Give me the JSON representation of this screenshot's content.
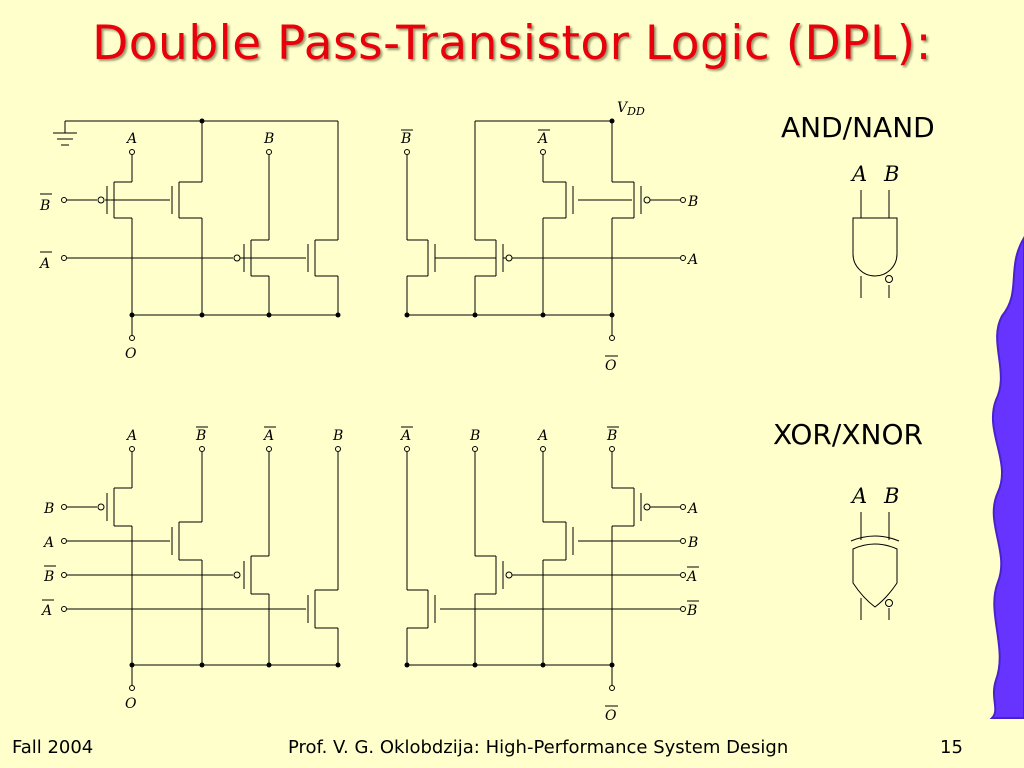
{
  "slide": {
    "title": "Double Pass-Transistor Logic (DPL):",
    "footer_left": "Fall 2004",
    "footer_center": "Prof. V. G. Oklobdzija: High-Performance System Design",
    "footer_right": "15"
  },
  "labels": {
    "vdd_v": "V",
    "vdd_sub": "DD",
    "and_nand": "AND/NAND",
    "xor_xnor": "XOR/XNOR",
    "a": "A",
    "b": "B",
    "o": "O",
    "gate_a": "A",
    "gate_b": "B"
  },
  "colors": {
    "title": "#e8000b",
    "background": "#ffffcc",
    "accent_wave": "#6633ff"
  }
}
